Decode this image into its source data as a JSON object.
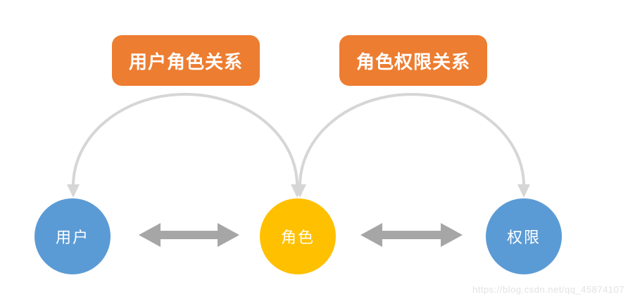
{
  "diagram": {
    "relationships": [
      {
        "label": "用户角色关系"
      },
      {
        "label": "角色权限关系"
      }
    ],
    "entities": [
      {
        "label": "用户",
        "color_role": "blue"
      },
      {
        "label": "角色",
        "color_role": "gold"
      },
      {
        "label": "权限",
        "color_role": "blue"
      }
    ],
    "watermark": "https://blog.csdn.net/qq_45874107"
  },
  "colors": {
    "relationship-orange": "#ED7D31",
    "entity-blue": "#5B9BD5",
    "entity-gold": "#FFC000",
    "arc-gray": "#D6D6D6",
    "arrow-gray": "#A6A6A6",
    "label-white": "#FFFFFF",
    "watermark-gray": "#E2E2E2",
    "background": "#FFFFFF"
  }
}
